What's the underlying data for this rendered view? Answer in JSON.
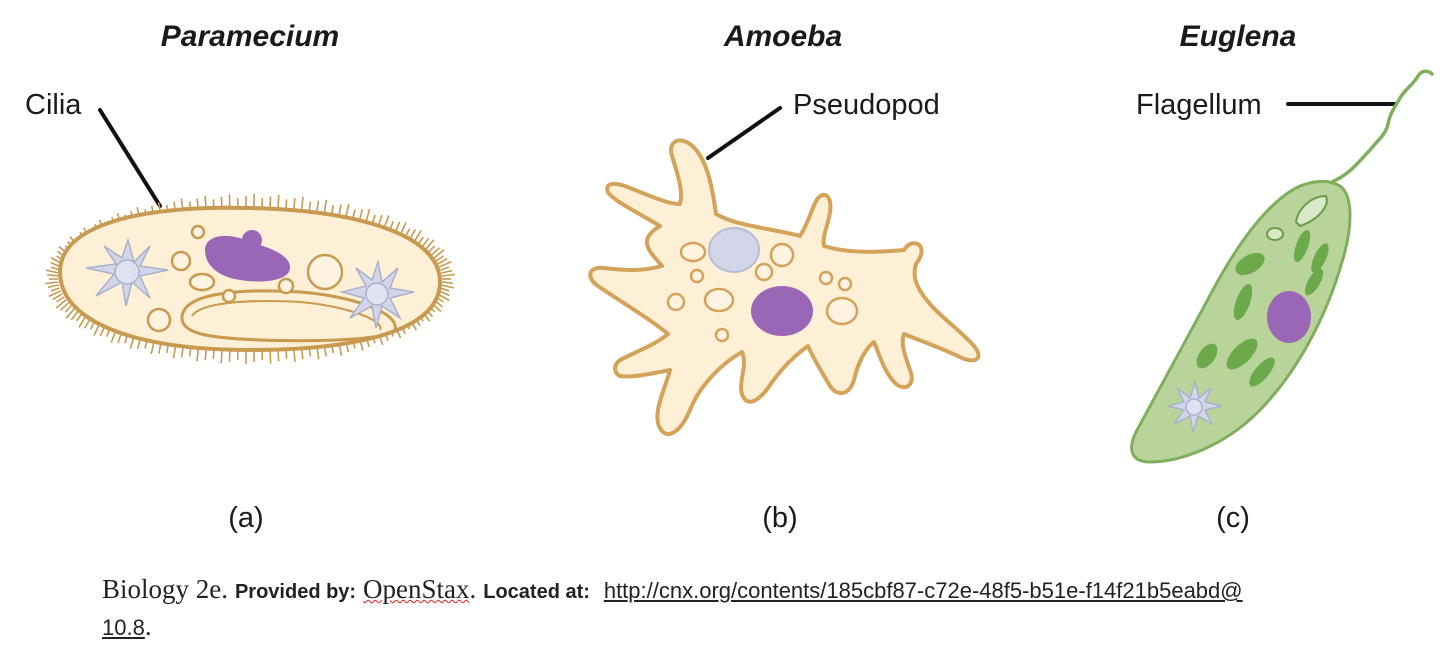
{
  "panels": [
    {
      "title": "Paramecium",
      "label": "Cilia",
      "letter": "(a)"
    },
    {
      "title": "Amoeba",
      "label": "Pseudopod",
      "letter": "(b)"
    },
    {
      "title": "Euglena",
      "label": "Flagellum",
      "letter": "(c)"
    }
  ],
  "credit": {
    "book": "Biology 2e.",
    "provided_by_label": "Provided by:",
    "provider": "OpenStax",
    "provider_suffix": ".",
    "located_at_label": "Located at:",
    "url_line1": "http://cnx.org/contents/185cbf87-c72e-48f5-b51e-f14f21b5eabd@",
    "url_line2": "10.8",
    "url_suffix": "."
  },
  "colors": {
    "cell_fill": "#fdf0d6",
    "cell_outline": "#c89a50",
    "nucleus": "#9a66b6",
    "vacuole": "#d2d6e8",
    "chloroplast": "#6ba94a",
    "euglena_fill": "#b8d49b",
    "euglena_outline": "#7fae5c"
  }
}
